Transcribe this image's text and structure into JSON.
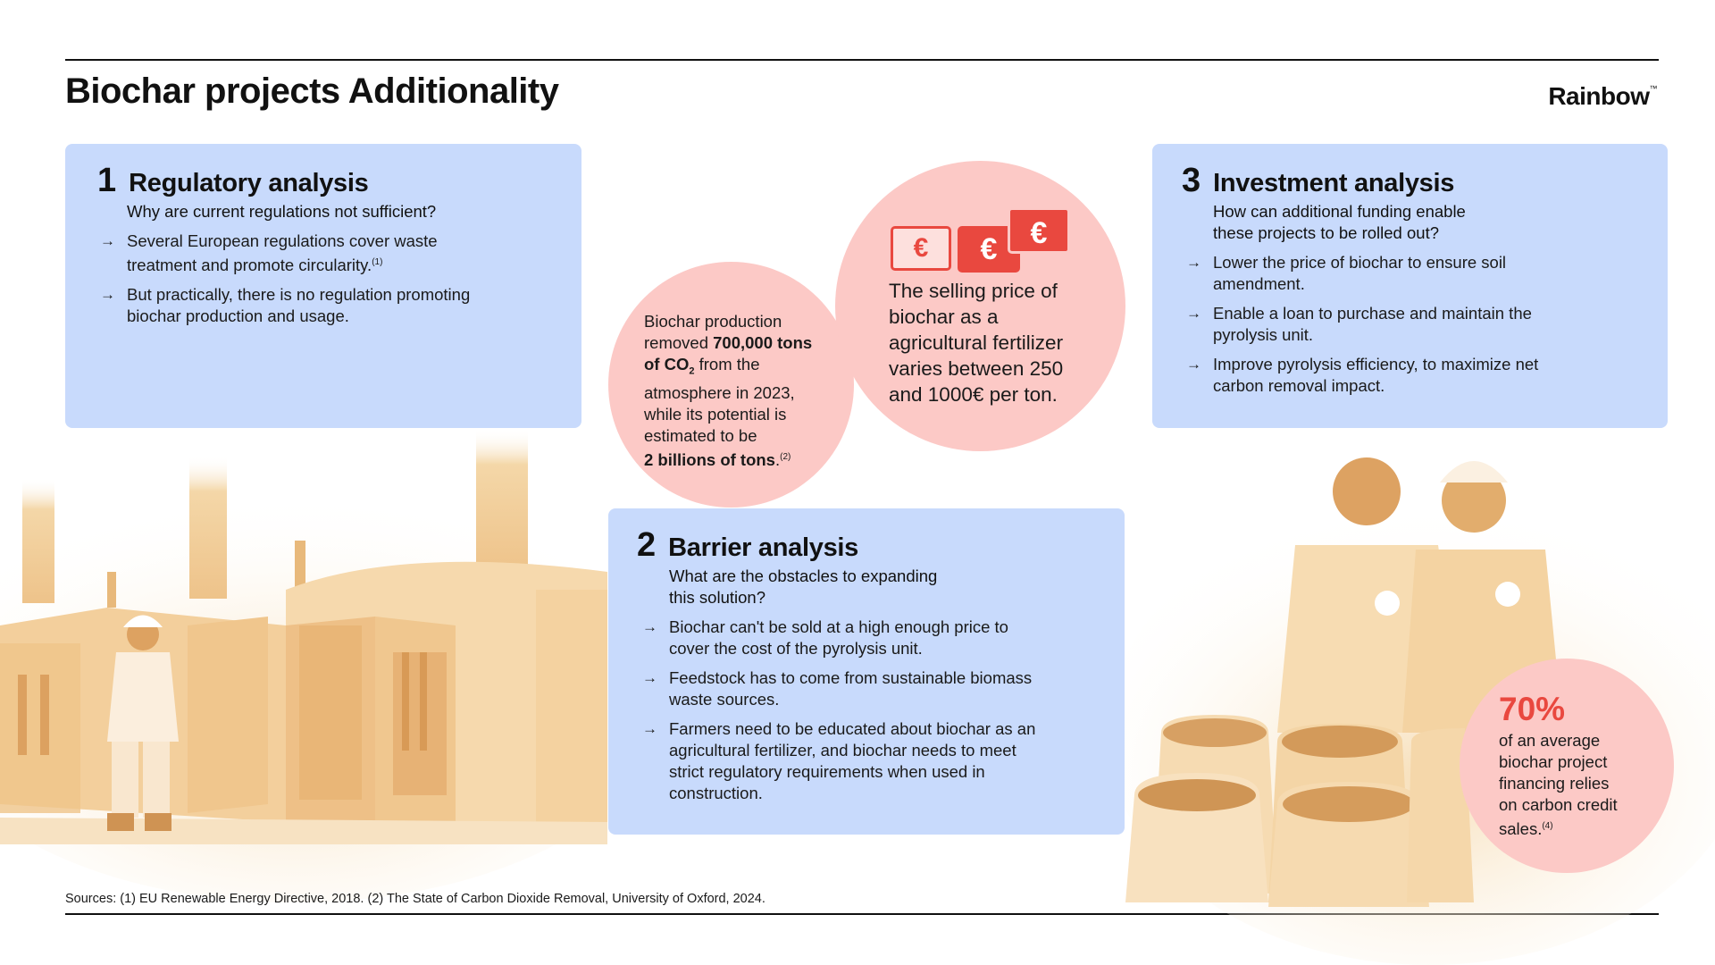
{
  "header": {
    "title": "Biochar projects Additionality",
    "logo": "Rainbow",
    "logo_mark": "™"
  },
  "arrow_glyph": "→",
  "panels": {
    "regulatory": {
      "number": "1",
      "title": "Regulatory analysis",
      "question": "Why are current regulations not sufficient?",
      "bullets": [
        {
          "text": "Several European regulations cover waste treatment and promote circularity.",
          "ref": "(1)"
        },
        {
          "text": "But practically, there is no regulation promoting biochar production and usage.",
          "ref": ""
        }
      ]
    },
    "barrier": {
      "number": "2",
      "title": "Barrier analysis",
      "question_1": "What are the obstacles to expanding",
      "question_2": "this solution?",
      "bullets": [
        "Biochar can't be sold at a high enough price to cover the cost of the pyrolysis unit.",
        "Feedstock has to come from sustainable biomass waste sources.",
        "Farmers need to be educated about biochar as an agricultural fertilizer, and biochar needs to meet strict regulatory requirements when used in construction."
      ]
    },
    "investment": {
      "number": "3",
      "title": "Investment analysis",
      "question_1": "How can additional funding enable",
      "question_2": "these projects to be rolled out?",
      "bullets": [
        "Lower the price of biochar to ensure soil amendment.",
        "Enable a loan to purchase and maintain the pyrolysis unit.",
        "Improve pyrolysis efficiency, to maximize net carbon removal impact."
      ]
    }
  },
  "stats": {
    "production": {
      "line1": "Biochar production",
      "line2a": "removed ",
      "line2b": "700,000 tons",
      "line3a": "of CO",
      "line3sub": "2",
      "line3b": " from the",
      "line4": "atmosphere in 2023,",
      "line5": "while its potential is",
      "line6": "estimated to be",
      "line7": "2 billions of tons",
      "line7b": ".",
      "ref": "(2)"
    },
    "price": {
      "currency_symbol": "€",
      "lines": [
        "The selling price of",
        "biochar as a",
        "agricultural fertilizer",
        "varies between 250",
        "and 1000€ per ton."
      ]
    },
    "financing": {
      "percent": "70%",
      "lines": [
        "of an average",
        "biochar project",
        "financing relies",
        "on carbon credit"
      ],
      "last": "sales.",
      "ref": "(4)"
    }
  },
  "sources": "Sources: (1) EU Renewable Energy Directive, 2018.  (2) The State of Carbon Dioxide Removal, University of Oxford, 2024.",
  "colors": {
    "panel": "#c8dafc",
    "circle": "#fcc9c6",
    "accent_red": "#e9483f",
    "illustration": "#f0c88c"
  }
}
